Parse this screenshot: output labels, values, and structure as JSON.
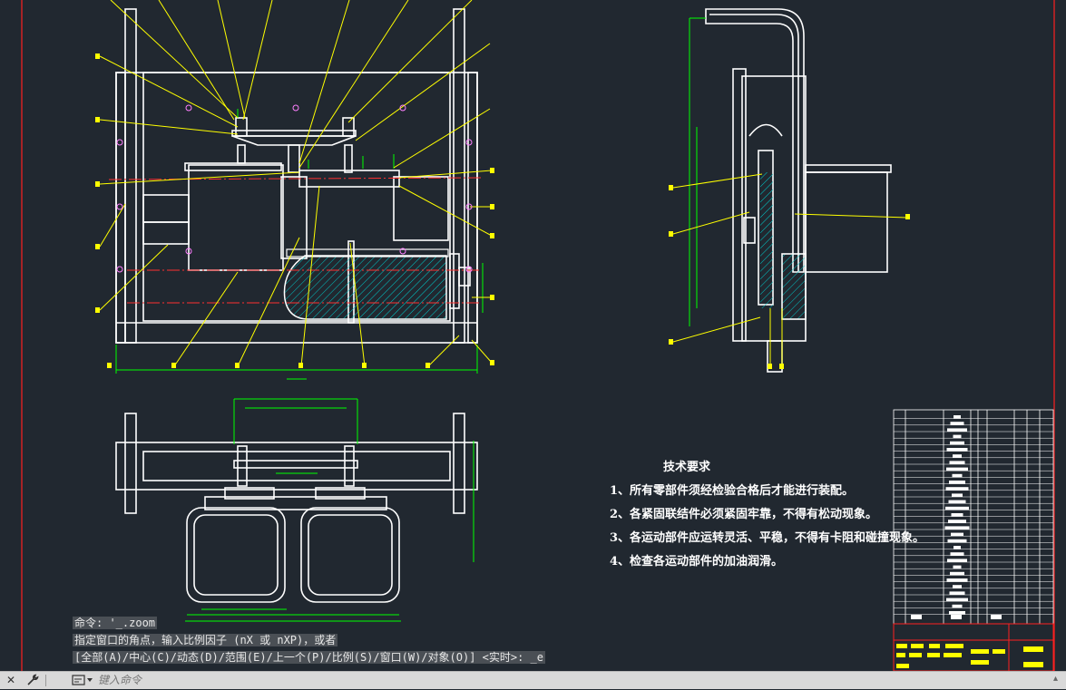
{
  "technical_requirements": {
    "title": "技术要求",
    "items": [
      "1、所有零部件须经检验合格后才能进行装配。",
      "2、各紧固联结件必须紧固牢靠，不得有松动现象。",
      "3、各运动部件应运转灵活、平稳，不得有卡阻和碰撞现象。",
      "4、检查各运动部件的加油润滑。"
    ]
  },
  "command_history": [
    "命令: '_.zoom",
    "指定窗口的角点，输入比例因子 (nX 或 nXP)，或者",
    "[全部(A)/中心(C)/动态(D)/范围(E)/上一个(P)/比例(S)/窗口(W)/对象(O)] <实时>: _e"
  ],
  "command_line": {
    "placeholder": "键入命令"
  },
  "colors": {
    "background": "#212830",
    "drawing": "#ffffff",
    "leader": "#ffff00",
    "dimension": "#00ff00",
    "hatch": "#00c8c8",
    "center": "#ff3030",
    "border": "#ff2020"
  },
  "icons": {
    "close": "close-icon",
    "customize": "wrench-icon",
    "recent": "command-window-icon"
  }
}
